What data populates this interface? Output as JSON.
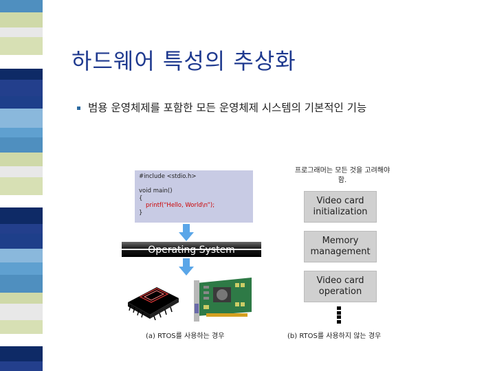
{
  "slide": {
    "title": "하드웨어 특성의 추상화",
    "bullet": "범용 운영체제를 포함한 모든 운영체제 시스템의 기본적인 기능"
  },
  "figure": {
    "code_lines": [
      "#include <stdio.h>",
      "",
      "void main()",
      "{",
      "printf(“Hello, World\\n”);",
      "}"
    ],
    "os_label": "Operating System",
    "caption_a": "(a) RTOS를 사용하는 경우",
    "note": "프로그래머는 모든 것을 고려해야 함.",
    "boxes": [
      "Video card initialization",
      "Memory management",
      "Video card operation"
    ],
    "caption_b": "(b) RTOS를 사용하지 않는 경우"
  },
  "colors": {
    "title": "#1f3a8f",
    "code_bg": "#c8cbe4",
    "box_bg": "#d0d0d0",
    "arrow": "#5aa6e8"
  },
  "icons": [
    "bullet-square-icon",
    "chip-icon",
    "video-card-icon",
    "arrow-down-icon"
  ]
}
